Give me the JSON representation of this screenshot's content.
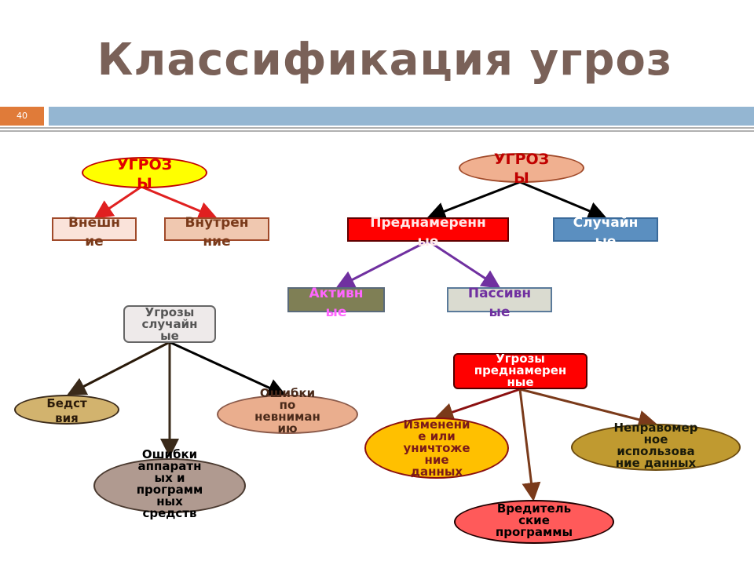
{
  "title": "Классификация угроз",
  "slide_number": "40",
  "nodes": {
    "threats_left": "УГРОЗ\nЫ",
    "external": "Внешн\nие",
    "internal": "Внутрен\nние",
    "threats_right": "УГРОЗ\nЫ",
    "intentional": "Преднамеренн\nые",
    "accidental": "Случайн\nые",
    "active": "Активн\nые",
    "passive": "Пассивн\nые",
    "accidental_threats": "Угрозы\nслучайн\nые",
    "disasters": "Бедст\nвия",
    "hw_sw_errors": "Ошибки\nаппаратн\nых и\nпрограмм\nных\nсредств",
    "inattention_errors": "Ошибки\nпо\nневниман\nию",
    "intentional_threats": "Угрозы\nпреднамерен\nные",
    "data_modification": "Изменени\nе или\nуничтоже\nние\nданных",
    "misuse": "Неправомер\nное\nиспользова\nние данных",
    "malware": "Вредитель\nские\nпрограммы"
  },
  "colors": {
    "title": "#7a6158",
    "yellow": "#ffff00",
    "red": "#ff0000",
    "blue": "#5b8fc0",
    "olive": "#7f7f55",
    "purple": "#7030a0",
    "arrow_red": "#e02020",
    "arrow_purple": "#7030a0",
    "arrow_black": "#000000",
    "arrow_brown": "#7a3a1a"
  }
}
